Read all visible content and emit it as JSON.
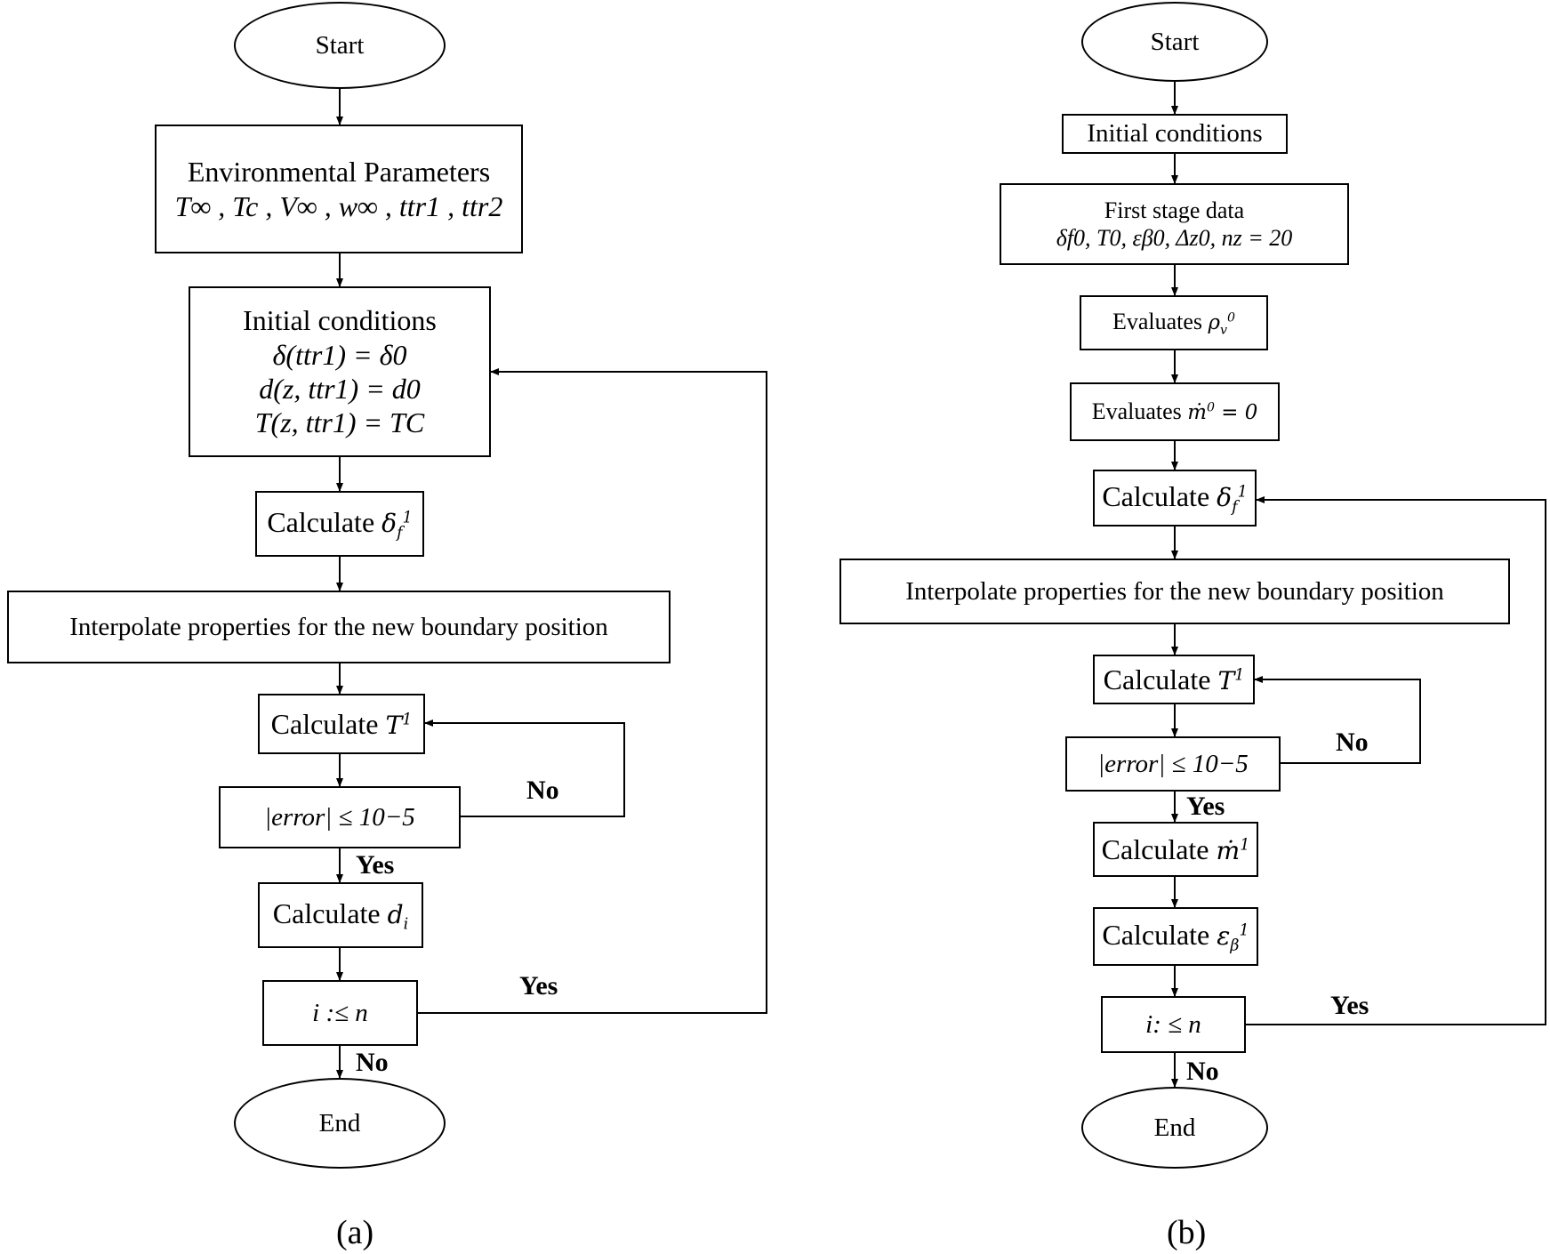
{
  "a": {
    "start": "Start",
    "env_title": "Environmental Parameters",
    "env_vars": "T∞ , Tc , V∞ , w∞ , ttr1 , ttr2",
    "init_title": "Initial conditions",
    "init_1": "δ(ttr1) = δ0",
    "init_2": "d(z, ttr1) = d0",
    "init_3": "T(z, ttr1) = TC",
    "calc_delta": "Calculate",
    "interpolate": "Interpolate properties for the new boundary position",
    "calc_T": "Calculate",
    "error_check": "|error| ≤ 10−5",
    "calc_d": "Calculate",
    "loop_check": "i :≤ n",
    "end": "End",
    "label_no_error": "No",
    "label_yes_error": "Yes",
    "label_yes_loop": "Yes",
    "label_no_loop": "No",
    "caption": "(a)"
  },
  "b": {
    "start": "Start",
    "init": "Initial conditions",
    "first_title": "First stage data",
    "first_vars": "δf0, T0, εβ0, Δz0, nz = 20",
    "eval_rho": "Evaluates",
    "eval_m": "Evaluates",
    "calc_delta": "Calculate",
    "interpolate": "Interpolate properties for the new boundary position",
    "calc_T": "Calculate",
    "error_check": "|error| ≤ 10−5",
    "calc_m": "Calculate",
    "calc_eps": "Calculate",
    "loop_check": "i: ≤ n",
    "end": "End",
    "label_no_error": "No",
    "label_yes_error": "Yes",
    "label_yes_loop": "Yes",
    "label_no_loop": "No",
    "caption": "(b)"
  },
  "line_color": "#000000"
}
